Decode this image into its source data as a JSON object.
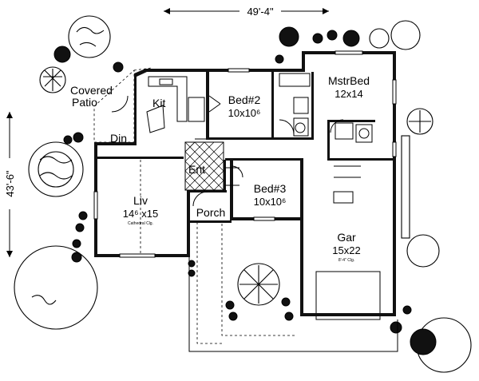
{
  "dimensions": {
    "width": "49'-4\"",
    "depth": "43'-6\""
  },
  "rooms": {
    "covered_patio": {
      "line1": "Covered",
      "line2": "Patio"
    },
    "kit": {
      "name": "Kit"
    },
    "din": {
      "name": "Din"
    },
    "liv": {
      "name": "Liv",
      "size": "14⁶ x15",
      "note": "Cathedral Clg."
    },
    "ent": {
      "name": "Ent"
    },
    "porch": {
      "name": "Porch"
    },
    "bed2": {
      "name": "Bed#2",
      "size": "10x10⁶"
    },
    "bed3": {
      "name": "Bed#3",
      "size": "10x10⁶"
    },
    "mstr": {
      "name": "MstrBed",
      "size": "12x14"
    },
    "gar": {
      "name": "Gar",
      "size": "15x22",
      "note": "8'-4\" Clg."
    }
  }
}
